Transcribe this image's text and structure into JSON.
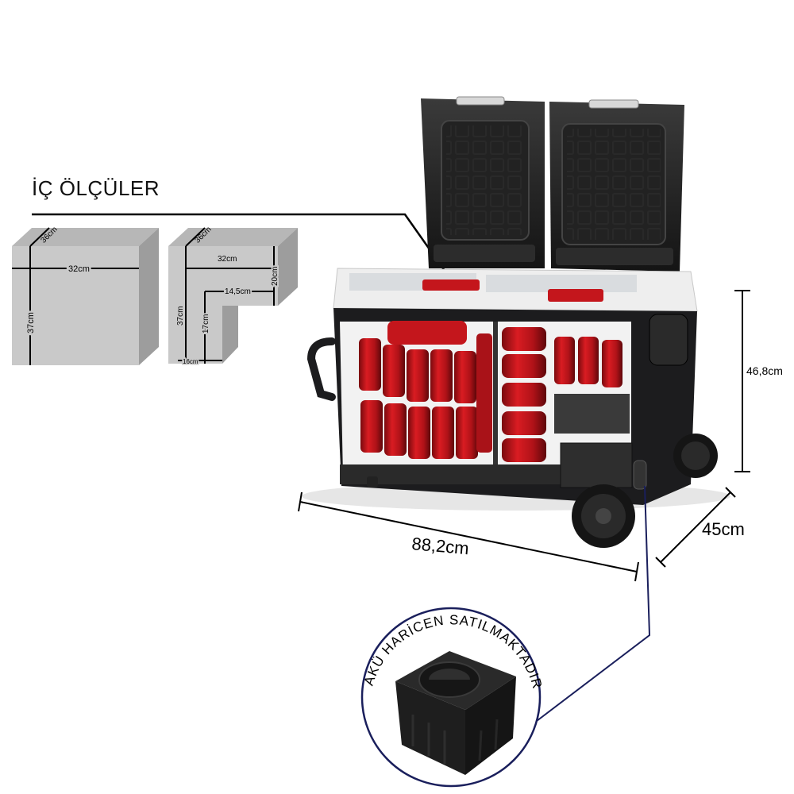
{
  "heading": "İÇ ÖLÇÜLER",
  "left_box": {
    "depth": "36cm",
    "width": "32cm",
    "height": "37cm"
  },
  "right_box": {
    "depth": "36cm",
    "width": "32cm",
    "top_height": "20cm",
    "step_width": "14,5cm",
    "height": "37cm",
    "step_height": "17cm",
    "bottom_width": "16cm"
  },
  "dimensions": {
    "height": "46,8cm",
    "length": "88,2cm",
    "depth": "45cm"
  },
  "battery_note": "AKÜ HARİCEN SATILMAKTADIR.",
  "colors": {
    "box_fill": "#c8c8c8",
    "box_side": "#9c9c9c",
    "box_top": "#b5b5b5",
    "cooler_body": "#1c1c1e",
    "lid_white": "#ececec",
    "can_red": "#c4161c",
    "callout_line": "#1a1f5c"
  }
}
